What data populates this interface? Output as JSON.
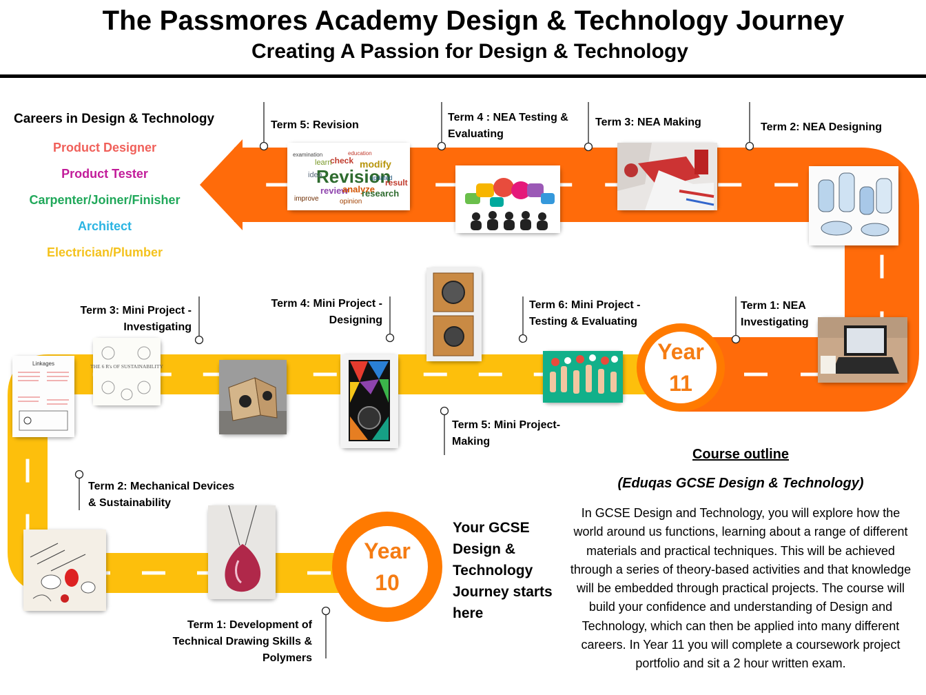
{
  "header": {
    "title": "The Passmores Academy Design & Technology Journey",
    "subtitle": "Creating A Passion for Design & Technology"
  },
  "careers": {
    "heading": "Careers in Design & Technology",
    "items": [
      {
        "label": "Product Designer",
        "color": "#f0605a"
      },
      {
        "label": "Product Tester",
        "color": "#c21c9a"
      },
      {
        "label": "Carpenter/Joiner/Finisher",
        "color": "#20a85a"
      },
      {
        "label": "Architect",
        "color": "#2ab4e2"
      },
      {
        "label": "Electrician/Plumber",
        "color": "#f4c21d"
      }
    ]
  },
  "colors": {
    "year11_road": "#ff6b0a",
    "year10_road": "#fdbf0c",
    "year_circle": "#ff7a00",
    "year_text": "#f57c13"
  },
  "year11": {
    "badge": [
      "Year",
      "11"
    ],
    "terms": {
      "t1": "Term 1: NEA Investigating",
      "t2": "Term 2: NEA Designing",
      "t3": "Term 3: NEA Making",
      "t4": "Term 4 :  NEA Testing & Evaluating",
      "t5": "Term 5: Revision"
    }
  },
  "year10": {
    "badge": [
      "Year",
      "10"
    ],
    "terms": {
      "t1": "Term 1: Development of Technical Drawing Skills & Polymers",
      "t2": "Term 2: Mechanical Devices & Sustainability",
      "t3": "Term 3: Mini Project - Investigating",
      "t4": "Term 4: Mini Project - Designing",
      "t5": "Term 5: Mini Project- Making",
      "t6": "Term 6: Mini Project - Testing & Evaluating"
    }
  },
  "revision_cloud": {
    "main": "Revision",
    "words": [
      "check",
      "learn",
      "review",
      "analyze",
      "research",
      "modify",
      "idea",
      "result",
      "opinion",
      "improve",
      "updated",
      "education",
      "examination"
    ]
  },
  "sustainability_card": "THE 6 R's OF SUSTAINABILITY",
  "linkages_card": "Linkages",
  "journey_text": "Your GCSE Design & Technology Journey starts here",
  "course": {
    "heading": "Course outline",
    "subheading": "(Eduqas GCSE Design & Technology)",
    "body": "In GCSE Design and Technology, you will explore how the world around us functions, learning about a range of different materials and practical techniques. This will be achieved through a series of theory-based activities and that knowledge will be embedded through practical projects. The course will build your confidence and understanding of Design and Technology, which can then be applied into many different careers. In Year 11 you will complete a coursework project portfolio and sit a 2 hour written exam."
  }
}
